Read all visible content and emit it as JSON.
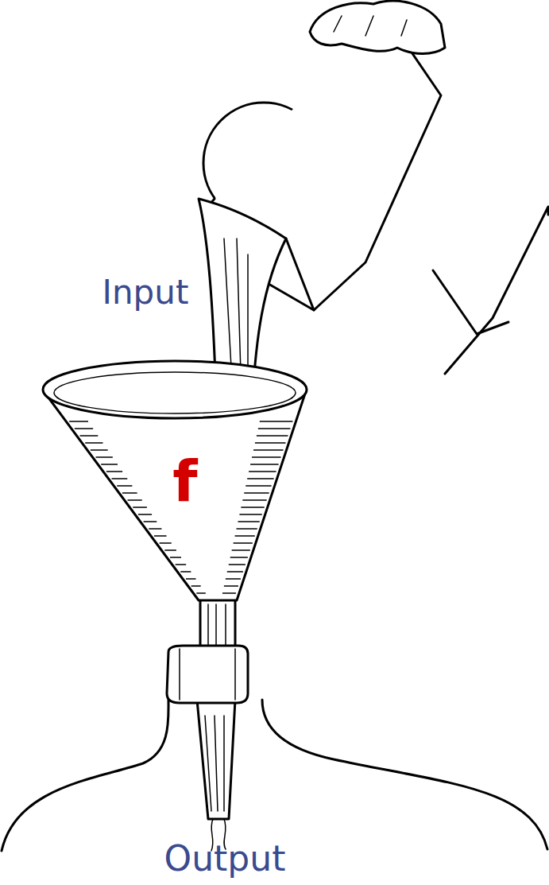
{
  "diagram": {
    "nodes": [
      {
        "text": [
          "f"
        ]
      }
    ],
    "labels": [
      "Input",
      "Output"
    ]
  }
}
